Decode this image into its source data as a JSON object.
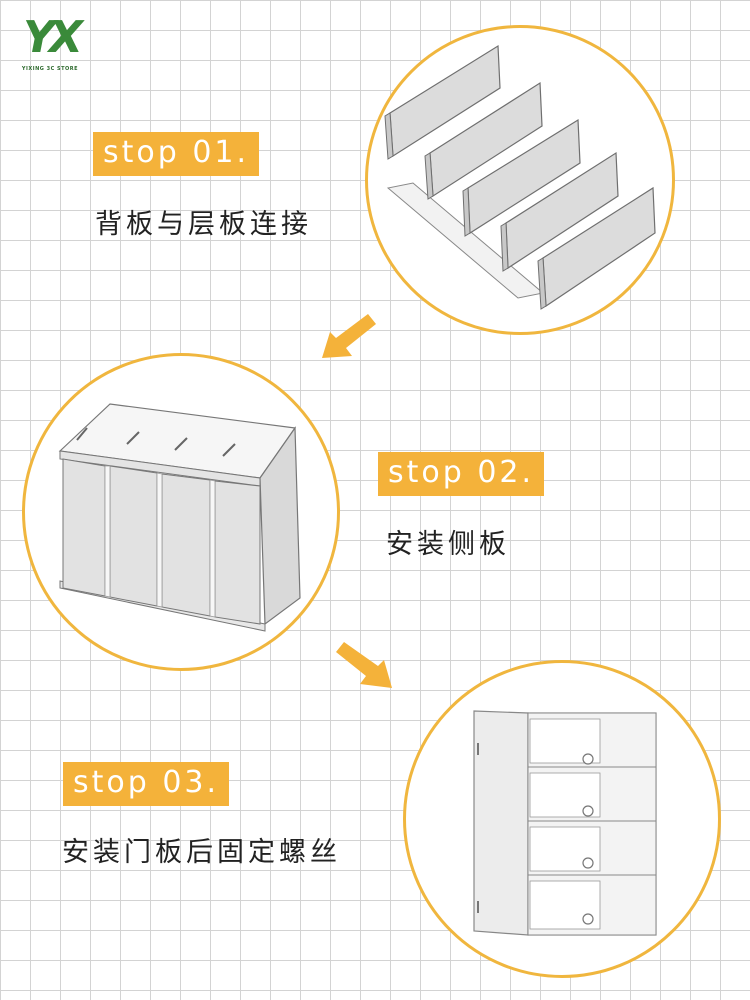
{
  "logo": {
    "mark": "YX",
    "subtitle": "YIXING 3C STORE"
  },
  "steps": [
    {
      "badge": "stop 01.",
      "caption": "背板与层板连接"
    },
    {
      "badge": "stop 02.",
      "caption": "安装侧板"
    },
    {
      "badge": "stop 03.",
      "caption": "安装门板后固定螺丝"
    }
  ],
  "colors": {
    "accent": "#f4b23a",
    "circle_border": "#f0b63e",
    "grid": "#d3d3d3",
    "logo": "#3a8a3a"
  },
  "icons": [
    "step-arrow-icon",
    "step-arrow-icon"
  ]
}
